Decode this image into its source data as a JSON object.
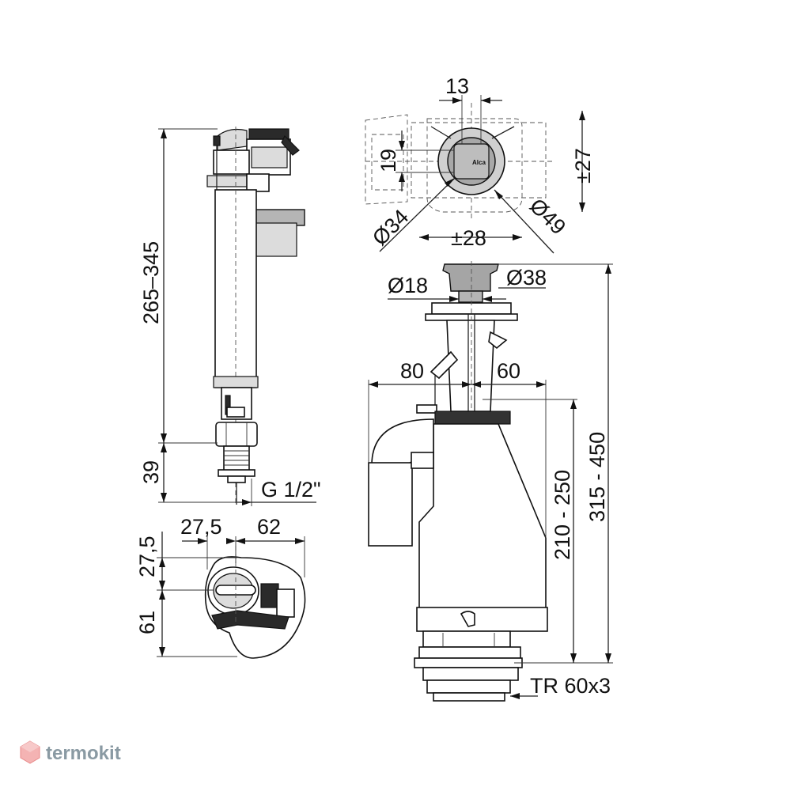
{
  "fill_valve": {
    "height_range": "265–345",
    "thread_length": "39",
    "thread": "G 1/2\"",
    "top_offset": "27,5",
    "top_width": "62",
    "top_depth_a": "27,5",
    "top_depth_b": "61"
  },
  "button": {
    "width": "13",
    "height": "19",
    "travel": "±27",
    "diameter_inner": "Ø34",
    "diameter_outer": "Ø49",
    "spacing": "±28",
    "logo": "Alca"
  },
  "flush_valve": {
    "stem_diameter": "Ø18",
    "cap_diameter": "Ø38",
    "left_reach": "80",
    "right_reach": "60",
    "overflow_range": "210 - 250",
    "total_range": "315 - 450",
    "thread": "TR 60x3"
  },
  "watermark": {
    "text": "termokit"
  }
}
